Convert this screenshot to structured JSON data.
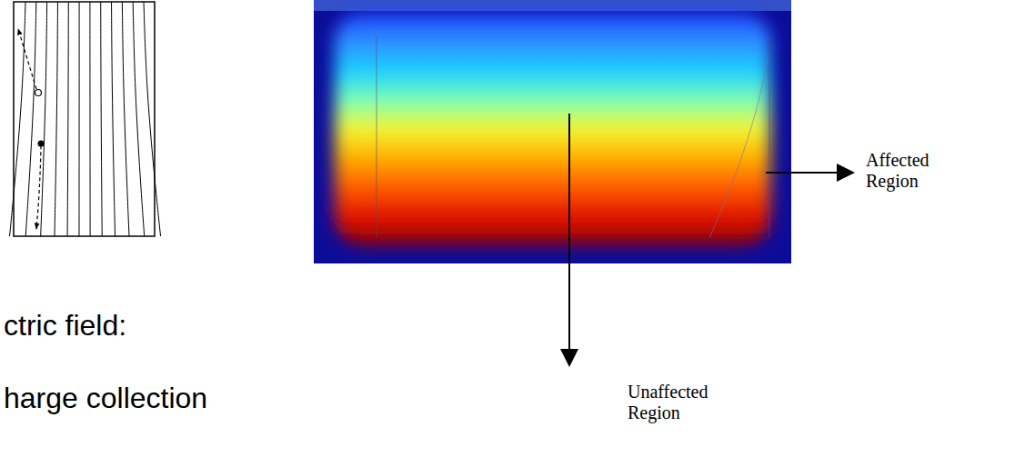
{
  "diagram": {
    "labels": [
      "ctric field:",
      "harge collection",
      "Affected Region",
      "Unaffected Region"
    ]
  }
}
